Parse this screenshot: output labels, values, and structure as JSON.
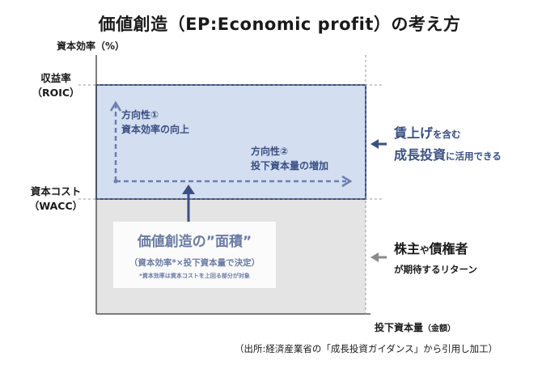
{
  "title": "価値創造（EP:Economic profit）の考え方",
  "y_axis_label": "資本効率（%）",
  "x_axis_label": "投下資本量",
  "x_axis_unit": "（金額）",
  "roic_label": [
    "収益率",
    "（ROIC）"
  ],
  "wacc_label": [
    "資本コスト",
    "（WACC）"
  ],
  "direction1": [
    "方向性①",
    "資本効率の向上"
  ],
  "direction2": [
    "方向性②",
    "投下資本量の増加"
  ],
  "value_box": {
    "title": "価値創造の”面積”",
    "subtitle": "（資本効率*×投下資本量で決定）",
    "note": "*資本効率は資本コストを上回る部分が対象"
  },
  "right_upper": {
    "line1_big": "賃上げ",
    "line1_small": "を含む",
    "line2_big": "成長投資",
    "line2_small": "に活用できる"
  },
  "right_lower": {
    "line1_big": "株主",
    "line1_small": "や",
    "line1_big2": "債権者",
    "line2": "が期待するリターン"
  },
  "source": "（出所:経済産業省の「成長投資ガイダンス」から引用し加工）",
  "colors": {
    "blue_fill": "#d3def0",
    "blue_border": "#3a4f82",
    "gray_fill": "#e4e4e4",
    "arrow_blue": "#3a4f82",
    "arrow_gray": "#8a8a8a"
  }
}
